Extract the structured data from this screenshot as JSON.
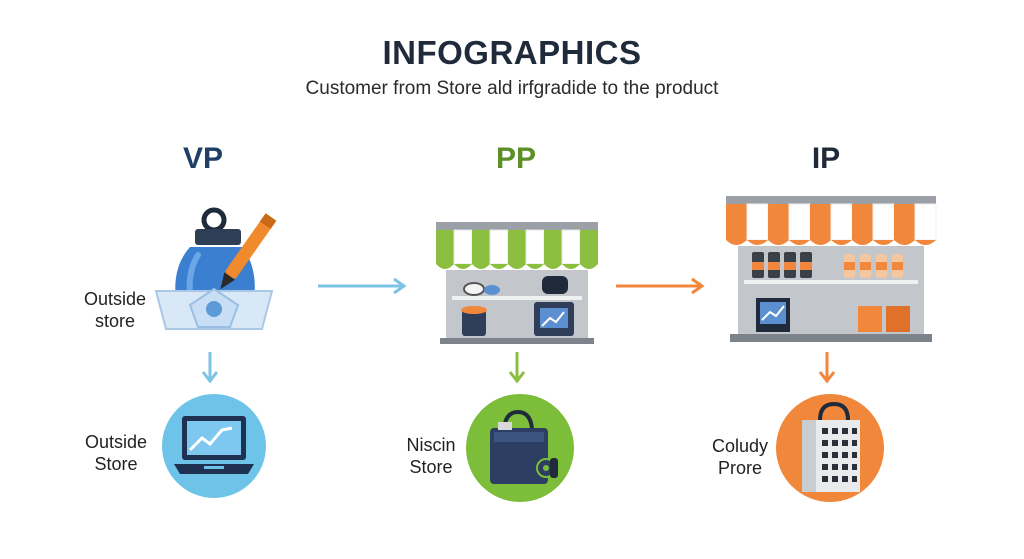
{
  "header": {
    "title": "INFOGRAPHICS",
    "subtitle": "Customer  from Store ald irfgradide to the product"
  },
  "columns": [
    {
      "heading": "VP",
      "color": "#1f3f66",
      "top_label": [
        "Outside",
        "store"
      ],
      "bottom_label": [
        "Outside",
        "Store"
      ],
      "arrow_color": "#7cc4e4"
    },
    {
      "heading": "PP",
      "color": "#5c8f28",
      "bottom_label": [
        "Niscin",
        "Store"
      ],
      "arrow_color": "#8cbf3f"
    },
    {
      "heading": "IP",
      "color": "#1f2a3a",
      "bottom_label": [
        "Coludy",
        "Prore"
      ],
      "arrow_color": "#f0873a"
    }
  ],
  "colors": {
    "blue": "#4a8fd0",
    "green": "#8cbf3f",
    "orange": "#f0873a",
    "navy": "#243b5e",
    "gray": "#9aa0a6"
  }
}
